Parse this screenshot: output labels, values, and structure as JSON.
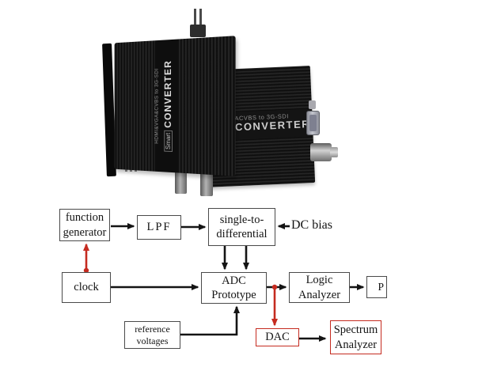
{
  "photo": {
    "front_device": {
      "model_text": "HDMI&VGA&CVBS to 3G-SDI",
      "brand_prefix": "Smart",
      "brand_name": "CONVERTER"
    },
    "back_device": {
      "model_text": "ACVBS to 3G-SDI",
      "brand_name": "CONVERTER"
    }
  },
  "diagram": {
    "boxes": {
      "function_generator": "function\ngenerator",
      "lpf": "LPF",
      "single_to_differential": "single-to-\ndifferential",
      "clock": "clock",
      "adc_prototype": "ADC\nPrototype",
      "logic_analyzer": "Logic\nAnalyzer",
      "pc": "P",
      "reference_voltages": "reference\nvoltages",
      "dac": "DAC",
      "spectrum_analyzer": "Spectrum\nAnalyzer"
    },
    "labels": {
      "dc_bias": "DC bias"
    },
    "colors": {
      "highlight_red": "#c52b20",
      "box_border": "#4a4a4a",
      "arrow_black": "#141414"
    }
  }
}
